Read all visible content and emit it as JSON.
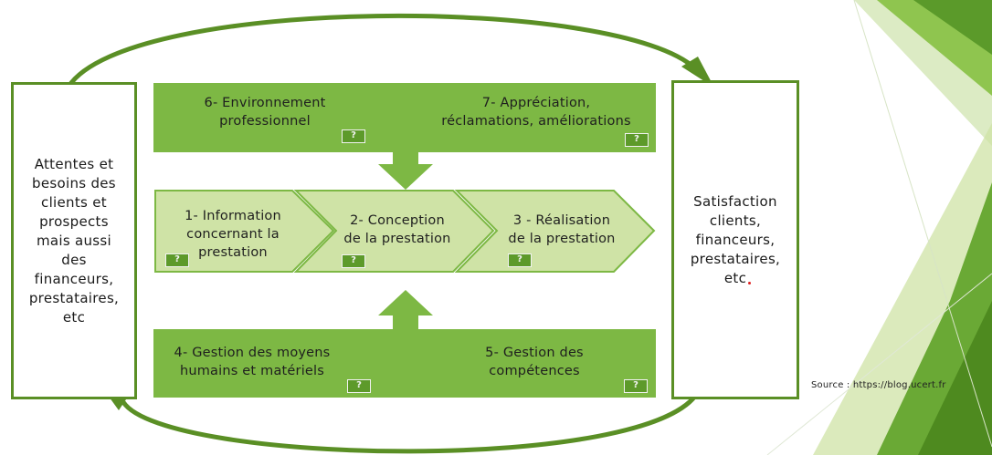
{
  "left_box": {
    "text": "Attentes et\nbesoins des\nclients et\nprospects\nmais aussi\ndes\nfinanceurs,\nprestataires,\netc"
  },
  "right_box": {
    "text": "Satisfaction\nclients,\nfinanceurs,\nprestataires,\netc"
  },
  "top_band": {
    "item_6": "6- Environnement\nprofessionnel",
    "item_7": "7- Appréciation,\nréclamations, améliorations"
  },
  "process": {
    "step_1": "1- Information\nconcernant la\nprestation",
    "step_2": "2- Conception\nde la prestation",
    "step_3": "3 - Réalisation\nde la prestation"
  },
  "bottom_band": {
    "item_4": "4- Gestion des moyens\nhumains et matériels",
    "item_5": "5- Gestion des\ncompétences"
  },
  "source": "Source : https://blog.ucert.fr",
  "colors": {
    "band": "#7db844",
    "process": "#cfe3a6",
    "border": "#5a8f25",
    "accent_dark": "#4e8a1f",
    "accent_light": "#b5d67a"
  },
  "icons": {
    "hint": "help-button-icon"
  }
}
